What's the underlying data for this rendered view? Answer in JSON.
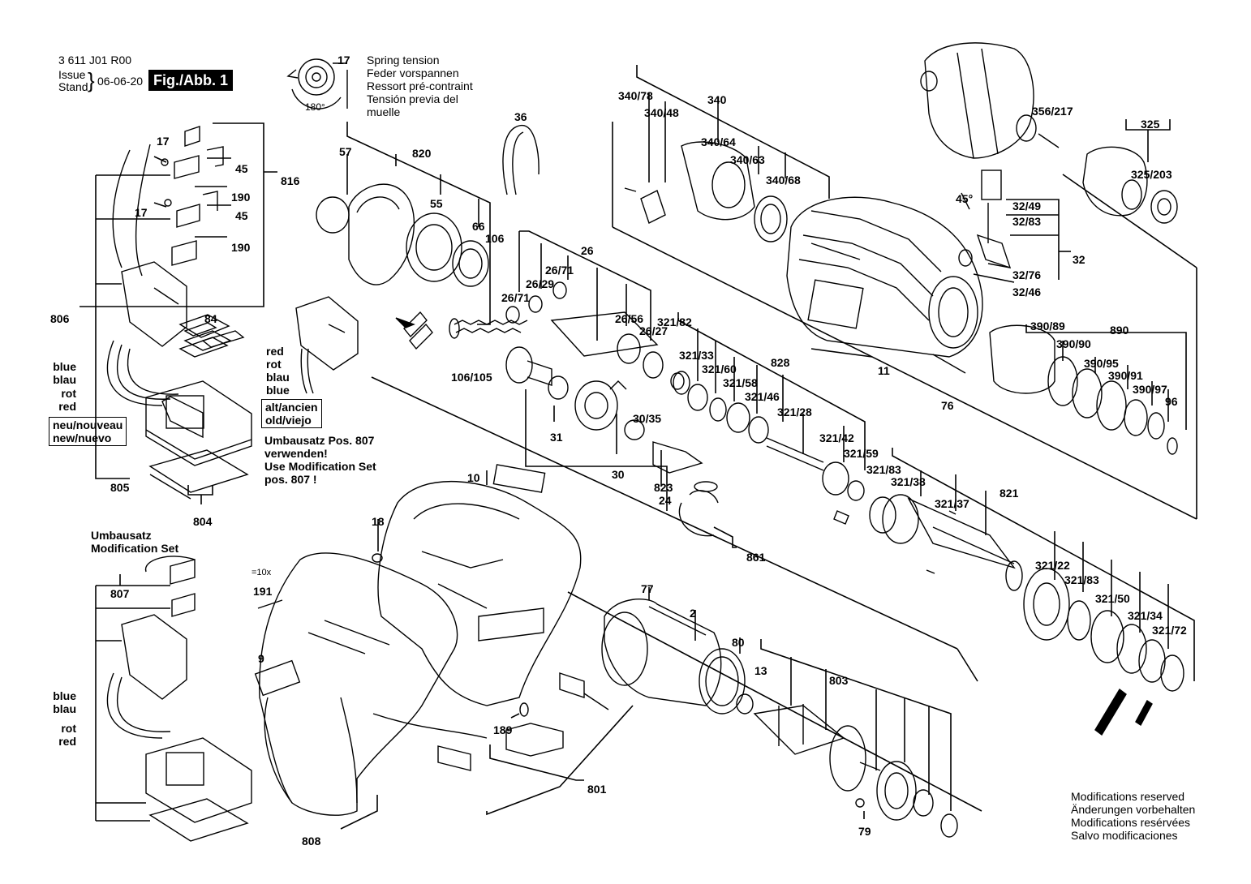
{
  "header": {
    "doc_number": "3 611 J01 R00",
    "issue_label_1": "Issue",
    "issue_label_2": "Stand",
    "issue_date": "06-06-20",
    "figure_label": "Fig./Abb. 1"
  },
  "spring_note": {
    "part_ref": "17",
    "angle": "180°",
    "lines": [
      "Spring tension",
      "Feder vorspannen",
      "Ressort pré-contraint",
      "Tensión previa del",
      "muelle"
    ]
  },
  "wire_colors_main": [
    "blue",
    "blau",
    "rot",
    "red"
  ],
  "wire_colors_mod": [
    "blue",
    "blau",
    "rot",
    "red"
  ],
  "wire_colors_old": [
    "red",
    "rot",
    "blau",
    "blue"
  ],
  "new_box": [
    "neu/nouveau",
    "new/nuevo"
  ],
  "old_box": [
    "alt/ancien",
    "old/viejo"
  ],
  "modification_note": [
    "Umbausatz Pos. 807",
    "verwenden!",
    "Use Modification Set",
    "pos. 807 !"
  ],
  "modification_set_title": [
    "Umbausatz",
    "Modification Set"
  ],
  "qty_note": "=10x",
  "footer_notes": [
    "Modifications reserved",
    "Änderungen vorbehalten",
    "Modifications resérvées",
    "Salvo modificaciones"
  ],
  "part_labels": [
    "17",
    "45",
    "190",
    "17",
    "45",
    "190",
    "816",
    "806",
    "84",
    "805",
    "804",
    "807",
    "57",
    "820",
    "55",
    "66",
    "106",
    "106/105",
    "36",
    "26",
    "26/29",
    "26/71",
    "26/71",
    "26/56",
    "26/27",
    "31",
    "30/35",
    "30",
    "24",
    "823",
    "861",
    "10",
    "18",
    "191",
    "9",
    "189",
    "801",
    "808",
    "340/78",
    "340/48",
    "340",
    "340/64",
    "340/63",
    "340/68",
    "11",
    "76",
    "356/217",
    "325",
    "325/203",
    "32/49",
    "32/83",
    "32",
    "32/76",
    "32/46",
    "45°",
    "321/82",
    "321/33",
    "321/60",
    "321/58",
    "321/46",
    "828",
    "321/28",
    "321/42",
    "321/59",
    "321/83",
    "321/38",
    "321/37",
    "821",
    "890",
    "390/89",
    "390/90",
    "390/95",
    "390/91",
    "390/97",
    "96",
    "77",
    "2",
    "80",
    "13",
    "803",
    "79",
    "321/22",
    "321/83",
    "321/50",
    "321/34",
    "321/72"
  ]
}
